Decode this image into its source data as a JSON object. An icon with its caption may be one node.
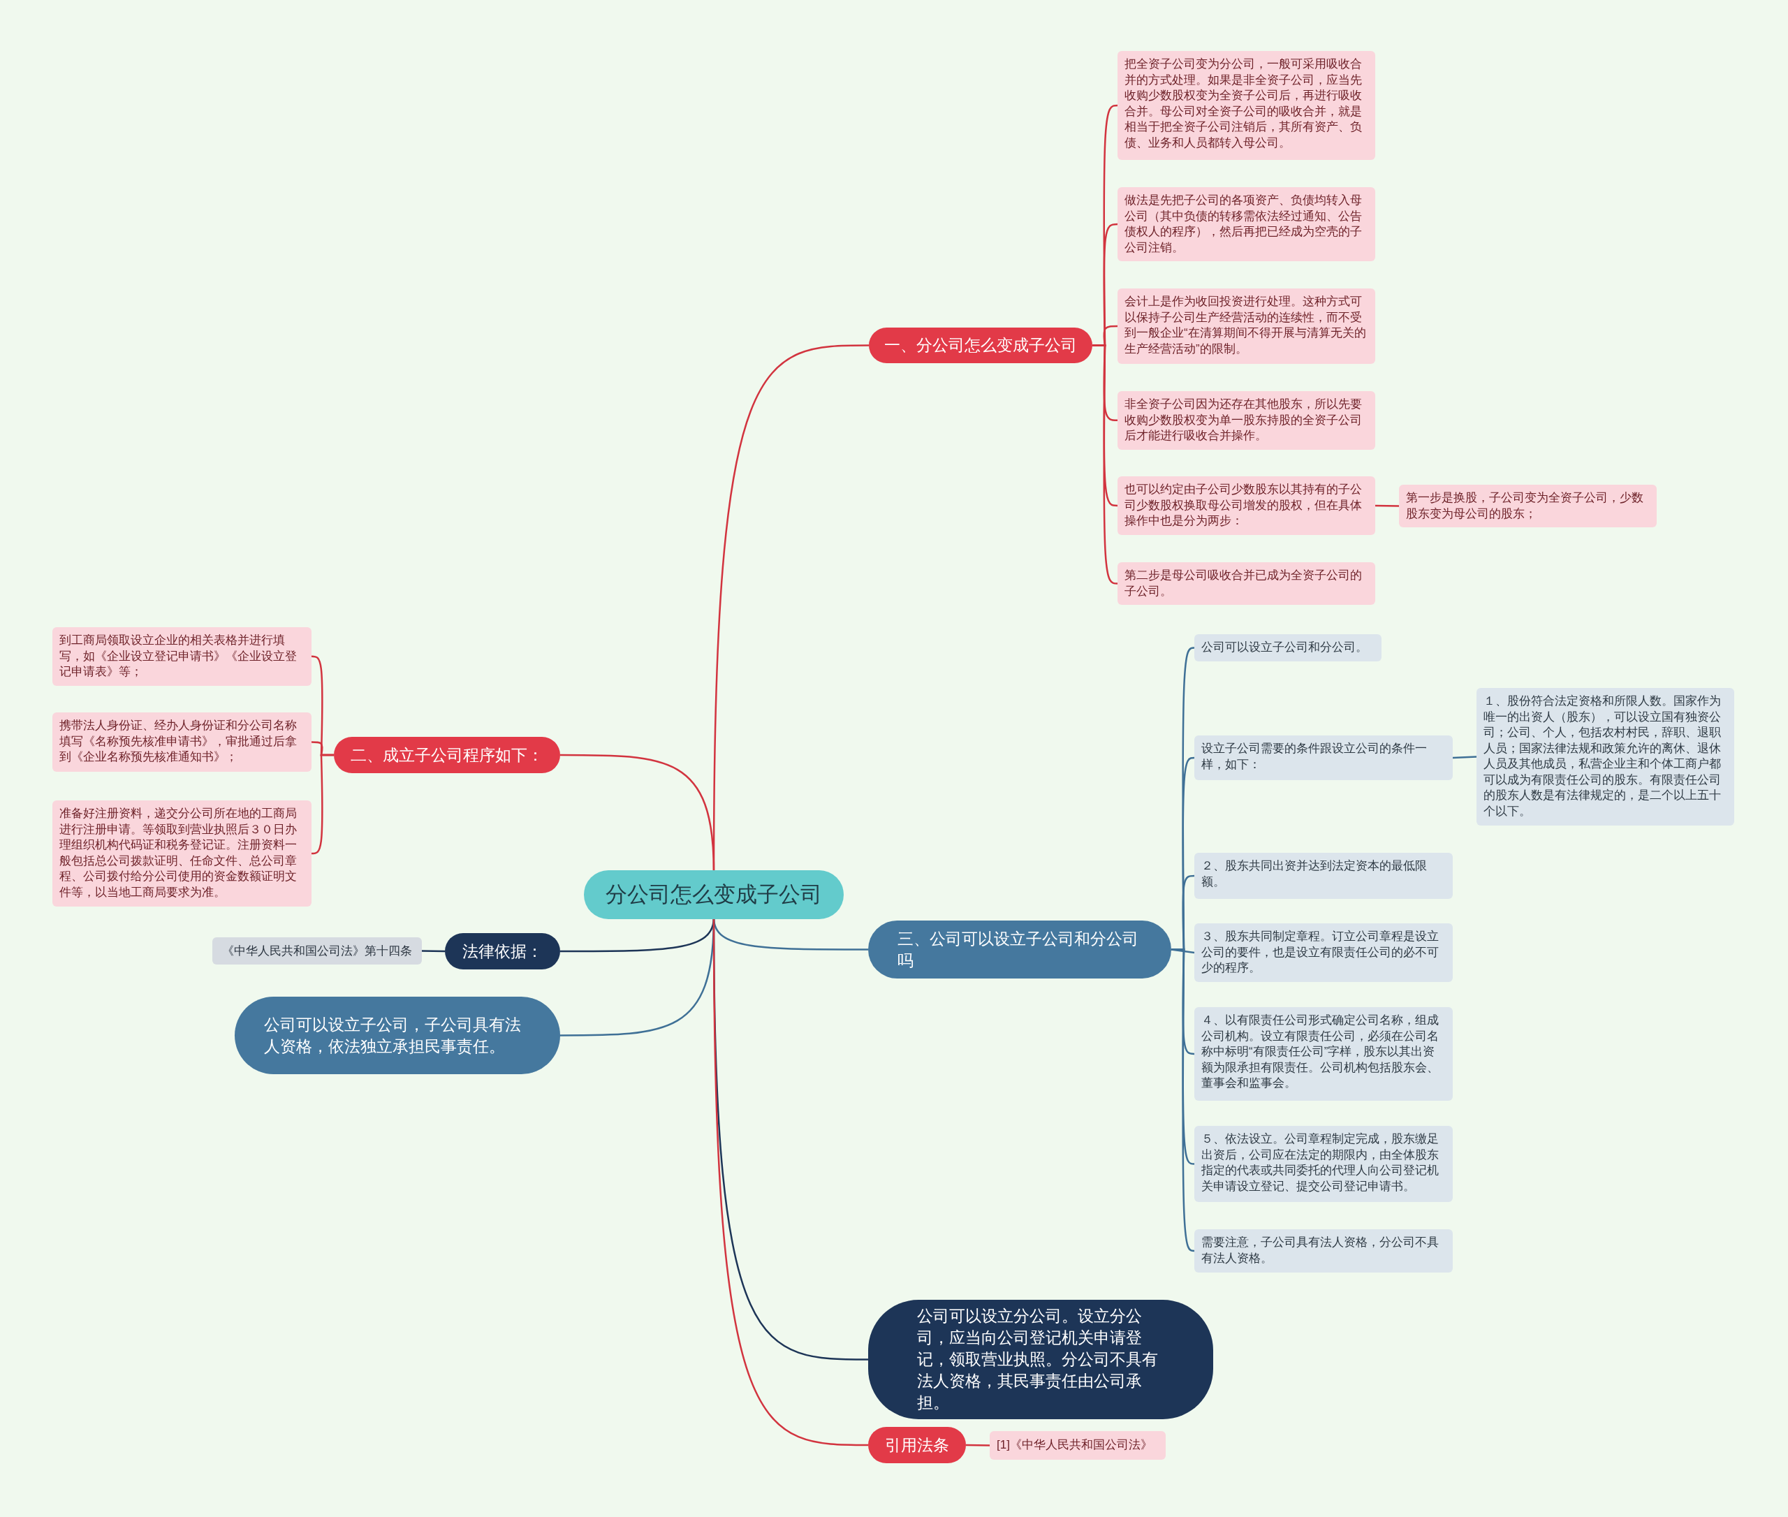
{
  "diagram": {
    "nodes": [
      {
        "text": [
          "分公司怎么变成子公司"
        ]
      },
      {
        "text": [
          "一、分公司怎么变成子公司"
        ]
      },
      {
        "text": [
          "把全资子公司变为分公司，一般可采用吸收合并的方式处理。如果是非全资子公司，应当先收购少数股权变为全资子公司后，再进行吸收合并。母公司对全资子公司的吸收合并，就是相当于把全资子公司注销后，其所有资产、负债、业务和人员都转入母公司。"
        ]
      },
      {
        "text": [
          "做法是先把子公司的各项资产、负债均转入母公司（其中负债的转移需依法经过通知、公告债权人的程序），然后再把已经成为空壳的子公司注销。"
        ]
      },
      {
        "text": [
          "会计上是作为收回投资进行处理。这种方式可以保持子公司生产经营活动的连续性，而不受到一般企业“在清算期间不得开展与清算无关的生产经营活动”的限制。"
        ]
      },
      {
        "text": [
          "非全资子公司因为还存在其他股东，所以先要收购少数股权变为单一股东持股的全资子公司后才能进行吸收合并操作。"
        ]
      },
      {
        "text": [
          "也可以约定由子公司少数股东以其持有的子公司少数股权换取母公司增发的股权，但在具体操作中也是分为两步："
        ]
      },
      {
        "text": [
          "第一步是换股，子公司变为全资子公司，少数股东变为母公司的股东；"
        ]
      },
      {
        "text": [
          "第二步是母公司吸收合并已成为全资子公司的子公司。"
        ]
      },
      {
        "text": [
          "二、成立子公司程序如下："
        ]
      },
      {
        "text": [
          "到工商局领取设立企业的相关表格并进行填写，如《企业设立登记申请书》《企业设立登记申请表》等；"
        ]
      },
      {
        "text": [
          "携带法人身份证、经办人身份证和分公司名称填写《名称预先核准申请书》，审批通过后拿到《企业名称预先核准通知书》；"
        ]
      },
      {
        "text": [
          "准备好注册资料，递交分公司所在地的工商局进行注册申请。等领取到营业执照后３０日办理组织机构代码证和税务登记证。注册资料一般包括总公司拨款证明、任命文件、总公司章程、公司拨付给分公司使用的资金数额证明文件等，以当地工商局要求为准。"
        ]
      },
      {
        "text": [
          "法律依据："
        ]
      },
      {
        "text": [
          "《中华人民共和国公司法》第十四条"
        ]
      },
      {
        "text": [
          "公司可以设立子公司，子公司具有法人资格，依法独立承担民事责任。"
        ]
      },
      {
        "text": [
          "三、公司可以设立子公司和分公司吗"
        ]
      },
      {
        "text": [
          "公司可以设立子公司和分公司。"
        ]
      },
      {
        "text": [
          "设立子公司需要的条件跟设立公司的条件一样，如下："
        ]
      },
      {
        "text": [
          "１、股份符合法定资格和所限人数。国家作为唯一的出资人（股东），可以设立国有独资公司；公司、个人，包括农村村民，辞职、退职人员；国家法律法规和政策允许的离休、退休人员及其他成员，私营企业主和个体工商户都可以成为有限责任公司的股东。有限责任公司的股东人数是有法律规定的，是二个以上五十个以下。"
        ]
      },
      {
        "text": [
          "２、股东共同出资并达到法定资本的最低限额。"
        ]
      },
      {
        "text": [
          "３、股东共同制定章程。订立公司章程是设立公司的要件，也是设立有限责任公司的必不可少的程序。"
        ]
      },
      {
        "text": [
          "４、以有限责任公司形式确定公司名称，组成公司机构。设立有限责任公司，必须在公司名称中标明“有限责任公司”字样，股东以其出资额为限承担有限责任。公司机构包括股东会、董事会和监事会。"
        ]
      },
      {
        "text": [
          "５、依法设立。公司章程制定完成，股东缴足出资后，公司应在法定的期限内，由全体股东指定的代表或共同委托的代理人向公司登记机关申请设立登记、提交公司登记申请书。"
        ]
      },
      {
        "text": [
          "需要注意，子公司具有法人资格，分公司不具有法人资格。"
        ]
      },
      {
        "text": [
          "公司可以设立分公司。设立分公司，应当向公司登记机关申请登记，领取营业执照。分公司不具有法人资格，其民事责任由公司承担。"
        ]
      },
      {
        "text": [
          "引用法条"
        ]
      },
      {
        "text": [
          "[1]《中华人民共和国公司法》"
        ]
      }
    ],
    "edges": [
      {
        "from": 0,
        "to": 1,
        "arrow": "none"
      },
      {
        "from": 1,
        "to": 2,
        "arrow": "none"
      },
      {
        "from": 1,
        "to": 3,
        "arrow": "none"
      },
      {
        "from": 1,
        "to": 4,
        "arrow": "none"
      },
      {
        "from": 1,
        "to": 5,
        "arrow": "none"
      },
      {
        "from": 1,
        "to": 6,
        "arrow": "none"
      },
      {
        "from": 6,
        "to": 7,
        "arrow": "none"
      },
      {
        "from": 1,
        "to": 8,
        "arrow": "none"
      },
      {
        "from": 0,
        "to": 9,
        "arrow": "none"
      },
      {
        "from": 9,
        "to": 10,
        "arrow": "none"
      },
      {
        "from": 9,
        "to": 11,
        "arrow": "none"
      },
      {
        "from": 9,
        "to": 12,
        "arrow": "none"
      },
      {
        "from": 0,
        "to": 13,
        "arrow": "none",
        "color": "#1d3557"
      },
      {
        "from": 13,
        "to": 14,
        "arrow": "none",
        "color": "#1d3557"
      },
      {
        "from": 0,
        "to": 15,
        "arrow": "none",
        "color": "#3f7096"
      },
      {
        "from": 0,
        "to": 16,
        "arrow": "none",
        "color": "#3f7096"
      },
      {
        "from": 16,
        "to": 17,
        "arrow": "none",
        "color": "#3f7096"
      },
      {
        "from": 16,
        "to": 18,
        "arrow": "none",
        "color": "#3f7096"
      },
      {
        "from": 18,
        "to": 19,
        "arrow": "none",
        "color": "#3f7096"
      },
      {
        "from": 16,
        "to": 20,
        "arrow": "none",
        "color": "#3f7096"
      },
      {
        "from": 16,
        "to": 21,
        "arrow": "none",
        "color": "#3f7096"
      },
      {
        "from": 16,
        "to": 22,
        "arrow": "none",
        "color": "#3f7096"
      },
      {
        "from": 16,
        "to": 23,
        "arrow": "none",
        "color": "#3f7096"
      },
      {
        "from": 16,
        "to": 24,
        "arrow": "none",
        "color": "#3f7096"
      },
      {
        "from": 0,
        "to": 25,
        "arrow": "none",
        "color": "#1d3557"
      },
      {
        "from": 0,
        "to": 26,
        "arrow": "none"
      },
      {
        "from": 26,
        "to": 27,
        "arrow": "none"
      }
    ]
  }
}
